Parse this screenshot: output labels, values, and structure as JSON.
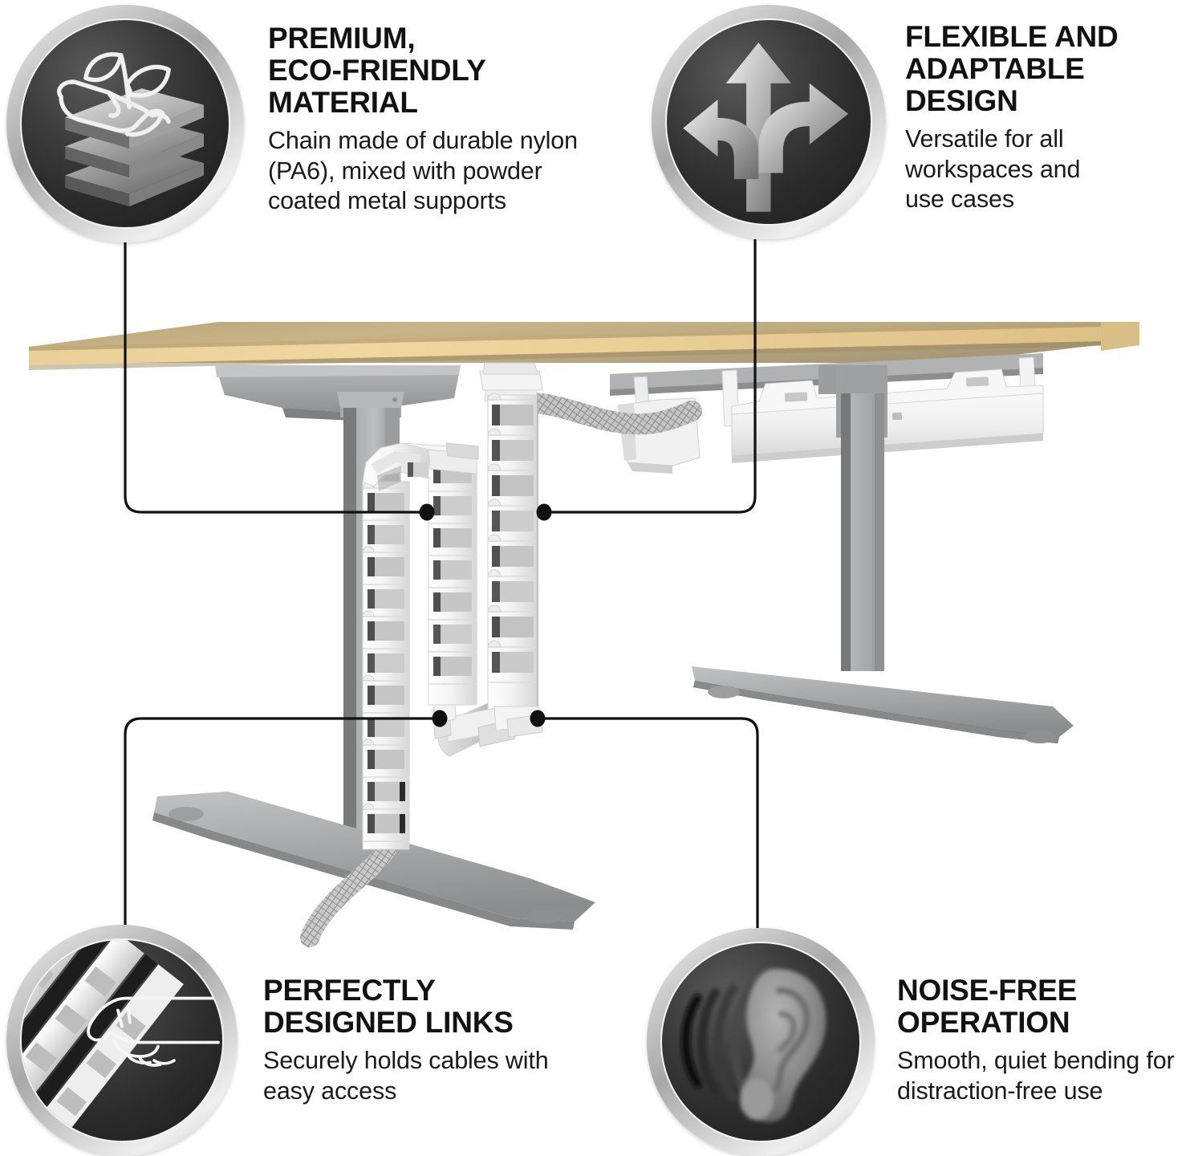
{
  "page": {
    "background": "#ffffff",
    "accent_dark": "#2b2b2b",
    "ring_silver": "#c9c9c9",
    "desk_top_color": "#c2a877",
    "desk_edge_color": "#e6c98a",
    "frame_gray": "#9a9a9a",
    "chain_white": "#f2f2f2",
    "leader_line_color": "#111111"
  },
  "features": [
    {
      "id": "eco",
      "icon": "eco-leaf-layers-icon",
      "title": "PREMIUM,\nECO-FRIENDLY\nMATERIAL",
      "title_lines": [
        "PREMIUM,",
        "ECO-FRIENDLY",
        "MATERIAL"
      ],
      "description": "Chain made of durable nylon (PA6), mixed with powder coated metal supports",
      "description_lines": [
        "Chain made of durable nylon",
        "(PA6), mixed with powder",
        "coated metal supports"
      ]
    },
    {
      "id": "flexible",
      "icon": "three-way-arrows-icon",
      "title": "FLEXIBLE AND\nADAPTABLE\nDESIGN",
      "title_lines": [
        "FLEXIBLE AND",
        "ADAPTABLE",
        "DESIGN"
      ],
      "description": "Versatile for all workspaces and use cases",
      "description_lines": [
        "Versatile for all",
        "workspaces and",
        "use cases"
      ]
    },
    {
      "id": "links",
      "icon": "hand-cable-links-icon",
      "title": "PERFECTLY\nDESIGNED LINKS",
      "title_lines": [
        "PERFECTLY",
        "DESIGNED LINKS"
      ],
      "description": "Securely holds cables with easy access",
      "description_lines": [
        "Securely holds cables with",
        "easy access"
      ]
    },
    {
      "id": "noise",
      "icon": "ear-sound-waves-icon",
      "title": "NOISE-FREE\nOPERATION",
      "title_lines": [
        "NOISE-FREE",
        "OPERATION"
      ],
      "description": "Smooth, quiet bending for distraction-free use",
      "description_lines": [
        "Smooth, quiet bending for",
        "distraction-free use"
      ]
    }
  ],
  "product": {
    "name": "height-adjustable-desk-with-cable-chain",
    "parts": [
      "desk-top",
      "left-leg-column",
      "right-leg-column",
      "left-foot-base",
      "right-foot-base",
      "cable-management-chain",
      "under-desk-cable-tray",
      "braided-cable-sleeve"
    ]
  }
}
